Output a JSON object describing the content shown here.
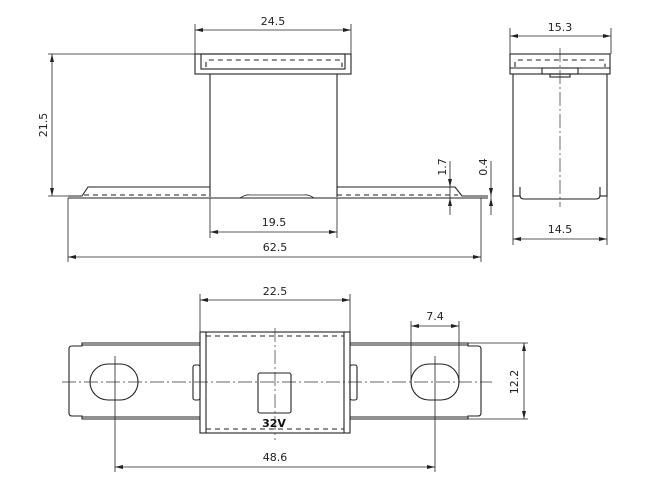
{
  "drawing": {
    "title": "Fuse technical drawing",
    "color": "#222222",
    "background": "#ffffff"
  },
  "views": {
    "front": {
      "dims": {
        "top_width": "24.5",
        "height": "21.5",
        "body_bottom_width": "19.5",
        "overall_length": "62.5",
        "terminal_height": "1.7",
        "terminal_thickness": "0.4"
      }
    },
    "side": {
      "dims": {
        "top_width": "15.3",
        "bottom_width": "14.5"
      }
    },
    "top": {
      "dims": {
        "body_width": "22.5",
        "hole_width": "7.4",
        "terminal_width": "12.2",
        "hole_spacing": "48.6"
      },
      "marking": "32V"
    }
  }
}
